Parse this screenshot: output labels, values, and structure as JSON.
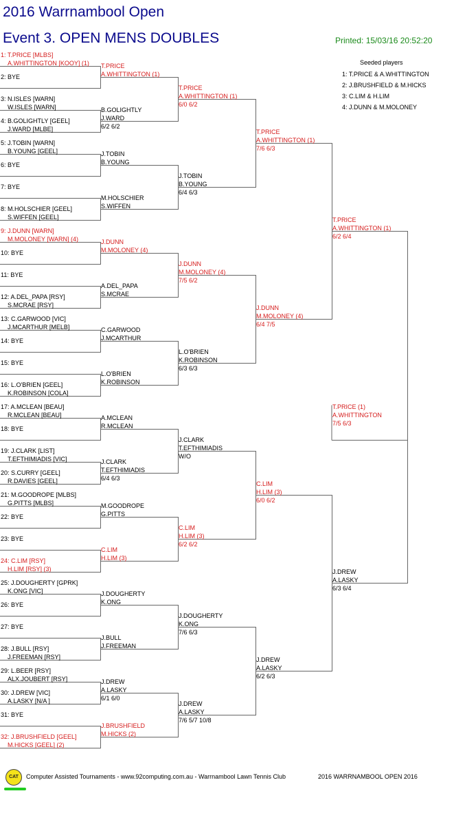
{
  "header": {
    "title": "2016 Warrnambool Open",
    "event": "Event 3. OPEN MENS DOUBLES",
    "printed": "Printed: 15/03/16 20:52:20"
  },
  "seeded": {
    "heading": "Seeded players",
    "items": [
      "1: T.PRICE & A.WHITTINGTON",
      "2: J.BRUSHFIELD & M.HICKS",
      "3: C.LIM & H.LIM",
      "4: J.DUNN & M.MOLONEY"
    ]
  },
  "colors": {
    "title": "#0a0a8c",
    "seeded": "#d51b1b",
    "printed": "#1a8a1a"
  },
  "r1": [
    {
      "l1": "1: T.PRICE [MLBS]",
      "l2": "A.WHITTINGTON [KOOY] (1)",
      "red": true
    },
    {
      "l1": "2: BYE",
      "l2": ""
    },
    {
      "l1": "3: N.ISLES [WARN]",
      "l2": "W.ISLES [WARN]"
    },
    {
      "l1": "4: B.GOLIGHTLY [GEEL]",
      "l2": "J.WARD [MLBE]"
    },
    {
      "l1": "5: J.TOBIN [WARN]",
      "l2": "B.YOUNG [GEEL]"
    },
    {
      "l1": "6: BYE",
      "l2": ""
    },
    {
      "l1": "7: BYE",
      "l2": ""
    },
    {
      "l1": "8: M.HOLSCHIER [GEEL]",
      "l2": "S.WIFFEN [GEEL]"
    },
    {
      "l1": "9: J.DUNN [WARN]",
      "l2": "M.MOLONEY [WARN] (4)",
      "red": true
    },
    {
      "l1": "10: BYE",
      "l2": ""
    },
    {
      "l1": "11: BYE",
      "l2": ""
    },
    {
      "l1": "12: A.DEL_PAPA [RSY]",
      "l2": "S.MCRAE [RSY]"
    },
    {
      "l1": "13: C.GARWOOD [VIC]",
      "l2": "J.MCARTHUR [MELB]"
    },
    {
      "l1": "14: BYE",
      "l2": ""
    },
    {
      "l1": "15: BYE",
      "l2": ""
    },
    {
      "l1": "16: L.O'BRIEN [GEEL]",
      "l2": "K.ROBINSON [COLA]"
    },
    {
      "l1": "17: A.MCLEAN [BEAU]",
      "l2": "R.MCLEAN [BEAU]"
    },
    {
      "l1": "18: BYE",
      "l2": ""
    },
    {
      "l1": "19: J.CLARK [LIST]",
      "l2": "T.EFTHIMIADIS [VIC]"
    },
    {
      "l1": "20: S.CURRY [GEEL]",
      "l2": "R.DAVIES [GEEL]"
    },
    {
      "l1": "21: M.GOODROPE [MLBS]",
      "l2": "G.PITTS [MLBS]"
    },
    {
      "l1": "22: BYE",
      "l2": ""
    },
    {
      "l1": "23: BYE",
      "l2": ""
    },
    {
      "l1": "24: C.LIM [RSY]",
      "l2": "H.LIM [RSY] (3)",
      "red": true
    },
    {
      "l1": "25: J.DOUGHERTY [GPRK]",
      "l2": "K.ONG [VIC]"
    },
    {
      "l1": "26: BYE",
      "l2": ""
    },
    {
      "l1": "27: BYE",
      "l2": ""
    },
    {
      "l1": "28: J.BULL [RSY]",
      "l2": "J.FREEMAN [RSY]"
    },
    {
      "l1": "29: L.BEER [RSY]",
      "l2": "ALX.JOUBERT [RSY]"
    },
    {
      "l1": "30: J.DREW [VIC]",
      "l2": "A.LASKY [N/A ]"
    },
    {
      "l1": "31: BYE",
      "l2": ""
    },
    {
      "l1": "32: J.BRUSHFIELD [GEEL]",
      "l2": "M.HICKS [GEEL] (2)",
      "red": true
    }
  ],
  "r2": [
    {
      "p1": "T.PRICE",
      "p2": "A.WHITTINGTON (1)",
      "score": "",
      "red": true
    },
    {
      "p1": "B.GOLIGHTLY",
      "p2": "J.WARD",
      "score": "6/2 6/2"
    },
    {
      "p1": "J.TOBIN",
      "p2": "B.YOUNG",
      "score": ""
    },
    {
      "p1": "M.HOLSCHIER",
      "p2": "S.WIFFEN",
      "score": ""
    },
    {
      "p1": "J.DUNN",
      "p2": "M.MOLONEY (4)",
      "score": "",
      "red": true
    },
    {
      "p1": "A.DEL_PAPA",
      "p2": "S.MCRAE",
      "score": ""
    },
    {
      "p1": "C.GARWOOD",
      "p2": "J.MCARTHUR",
      "score": ""
    },
    {
      "p1": "L.O'BRIEN",
      "p2": "K.ROBINSON",
      "score": ""
    },
    {
      "p1": "A.MCLEAN",
      "p2": "R.MCLEAN",
      "score": ""
    },
    {
      "p1": "J.CLARK",
      "p2": "T.EFTHIMIADIS",
      "score": "6/4 6/3"
    },
    {
      "p1": "M.GOODROPE",
      "p2": "G.PITTS",
      "score": ""
    },
    {
      "p1": "C.LIM",
      "p2": "H.LIM (3)",
      "score": "",
      "red": true
    },
    {
      "p1": "J.DOUGHERTY",
      "p2": "K.ONG",
      "score": ""
    },
    {
      "p1": "J.BULL",
      "p2": "J.FREEMAN",
      "score": ""
    },
    {
      "p1": "J.DREW",
      "p2": "A.LASKY",
      "score": "6/1 6/0"
    },
    {
      "p1": "J.BRUSHFIELD",
      "p2": "M.HICKS (2)",
      "score": "",
      "red": true
    }
  ],
  "r3": [
    {
      "p1": "T.PRICE",
      "p2": "A.WHITTINGTON (1)",
      "score": "6/0 6/2",
      "red": true
    },
    {
      "p1": "J.TOBIN",
      "p2": "B.YOUNG",
      "score": "6/4 6/3"
    },
    {
      "p1": "J.DUNN",
      "p2": "M.MOLONEY (4)",
      "score": "7/5 6/2",
      "red": true
    },
    {
      "p1": "L.O'BRIEN",
      "p2": "K.ROBINSON",
      "score": "6/3 6/3"
    },
    {
      "p1": "J.CLARK",
      "p2": "T.EFTHIMIADIS",
      "score": "W/O"
    },
    {
      "p1": "C.LIM",
      "p2": "H.LIM (3)",
      "score": "6/2 6/2",
      "red": true
    },
    {
      "p1": "J.DOUGHERTY",
      "p2": "K.ONG",
      "score": "7/6 6/3"
    },
    {
      "p1": "J.DREW",
      "p2": "A.LASKY",
      "score": "7/6 5/7 10/8"
    }
  ],
  "r4": [
    {
      "p1": "T.PRICE",
      "p2": "A.WHITTINGTON (1)",
      "score": "7/6 6/3",
      "red": true
    },
    {
      "p1": "J.DUNN",
      "p2": "M.MOLONEY (4)",
      "score": "6/4 7/5",
      "red": true
    },
    {
      "p1": "C.LIM",
      "p2": "H.LIM (3)",
      "score": "6/0 6/2",
      "red": true
    },
    {
      "p1": "J.DREW",
      "p2": "A.LASKY",
      "score": "6/2 6/3"
    }
  ],
  "r5": [
    {
      "p1": "T.PRICE",
      "p2": "A.WHITTINGTON (1)",
      "score": "6/2 6/4",
      "red": true
    },
    {
      "p1": "J.DREW",
      "p2": "A.LASKY",
      "score": "6/3 6/4"
    }
  ],
  "winner": {
    "p1": "T.PRICE (1)",
    "p2": "A.WHITTINGTON",
    "score": "7/5 6/3",
    "red": true
  },
  "footer": {
    "logo": "CAT",
    "credit": "Computer Assisted Tournaments - www.92computing.com.au -  Warrnambool Lawn Tennis Club",
    "event": "2016 WARRNAMBOOL OPEN 2016"
  }
}
